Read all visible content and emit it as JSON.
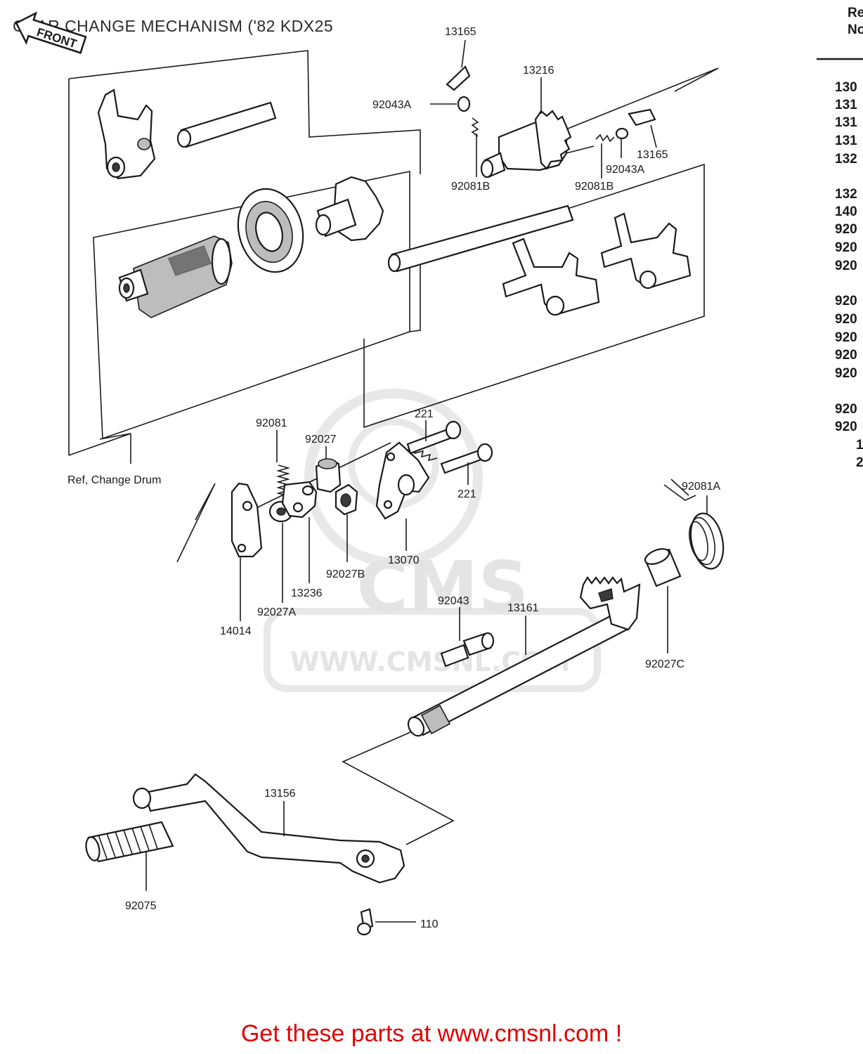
{
  "title": "GEAR CHANGE MECHANISM ('82 KDX25",
  "front_arrow_label": "FRONT",
  "ref_change_drum_label": "Ref,  Change Drum",
  "watermark": {
    "brand": "CMS",
    "url": "WWW.CMSNL.COM"
  },
  "part_labels": {
    "p13165_top": "13165",
    "p13216": "13216",
    "p92043A_left": "92043A",
    "p92081B_left": "92081B",
    "p13165_right": "13165",
    "p92043A_right": "92043A",
    "p92081B_right": "92081B",
    "p92081": "92081",
    "p92027": "92027",
    "p221_top": "221",
    "p221_bottom": "221",
    "p13070": "13070",
    "p92027B": "92027B",
    "p13236": "13236",
    "p92027A": "92027A",
    "p14014": "14014",
    "p92081A": "92081A",
    "p92043": "92043",
    "p13161": "13161",
    "p92027C": "92027C",
    "p13156": "13156",
    "p92075": "92075",
    "p110": "110"
  },
  "side_table": {
    "header": [
      "Re",
      "No"
    ],
    "rows": [
      "130",
      "131",
      "131",
      "131",
      "132",
      "132",
      "140",
      "920",
      "920",
      "920",
      "920",
      "920",
      "920",
      "920",
      "920",
      "920",
      "920",
      "1",
      "2"
    ]
  },
  "cta_text": "Get these parts at www.cmsnl.com !",
  "colors": {
    "cta": "#e00000",
    "line": "#1a1a1a",
    "watermark": "#e2e2e2"
  }
}
